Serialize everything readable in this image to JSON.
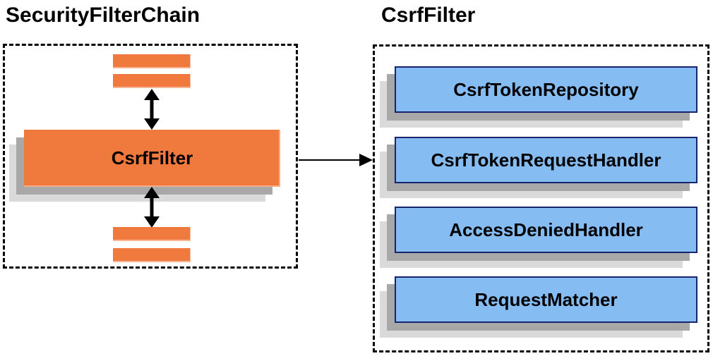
{
  "left_panel": {
    "title": "SecurityFilterChain",
    "filter_label": "CsrfFilter"
  },
  "right_panel": {
    "title": "CsrfFilter",
    "components": [
      "CsrfTokenRepository",
      "CsrfTokenRequestHandler",
      "AccessDeniedHandler",
      "RequestMatcher"
    ]
  },
  "colors": {
    "orange": "#F0793D",
    "blue": "#85BDF3",
    "blue_border": "#17246D",
    "shadow_medium": "#A8A8A8",
    "shadow_light": "#DADADA",
    "arrow_black": "#000000"
  }
}
